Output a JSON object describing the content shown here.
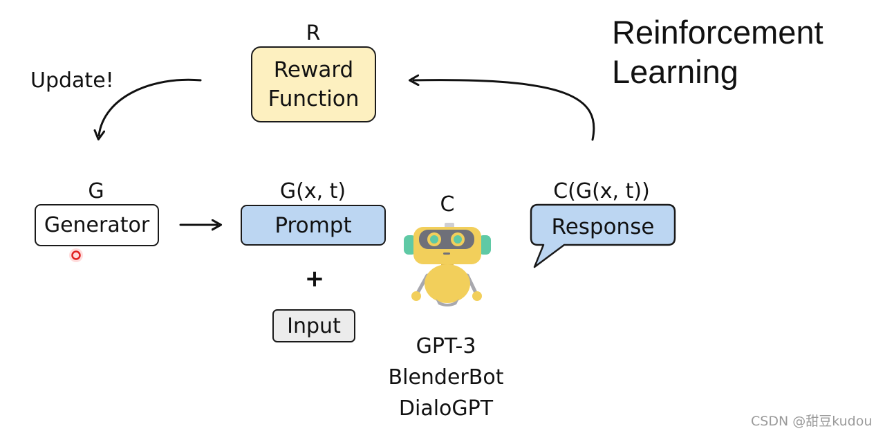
{
  "title": {
    "line1": "Reinforcement",
    "line2": "Learning"
  },
  "reward": {
    "symbol": "R",
    "line1": "Reward",
    "line2": "Function",
    "fill": "#fdf0c0"
  },
  "update_label": "Update!",
  "generator": {
    "symbol": "G",
    "label": "Generator",
    "fill": "#ffffff"
  },
  "prompt": {
    "symbol": "G(x, t)",
    "label": "Prompt",
    "fill": "#bcd6f2"
  },
  "plus": "+",
  "input": {
    "label": "Input",
    "fill": "#ececec"
  },
  "chatbot": {
    "symbol": "C",
    "models": [
      "GPT-3",
      "BlenderBot",
      "DialoGPT"
    ],
    "body_color": "#f2cf5b",
    "visor_color": "#6f7079",
    "ear_color": "#5fc9a5"
  },
  "response": {
    "symbol": "C(G(x, t))",
    "label": "Response",
    "fill": "#bcd6f2"
  },
  "watermark": "CSDN @甜豆kudou"
}
